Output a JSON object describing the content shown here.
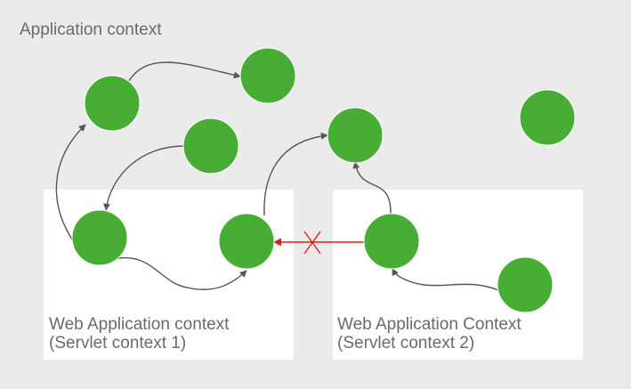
{
  "app_context": {
    "title": "Application context"
  },
  "web_contexts": [
    {
      "id": "wac1",
      "line1": "Web Application context",
      "line2": "(Servlet context 1)"
    },
    {
      "id": "wac2",
      "line1": "Web Application Context",
      "line2": "(Servlet context 2)"
    }
  ],
  "colors": {
    "background": "#ebebec",
    "context_box": "#ffffff",
    "node": "#48ad35",
    "edge": "#555555",
    "blocked_edge": "#dd1c1c",
    "label": "#6a6a6a"
  },
  "nodes": [
    "a1",
    "a2",
    "a3",
    "a4",
    "a5",
    "b1",
    "b2",
    "c1",
    "c2"
  ],
  "edges": [
    {
      "from": "a1",
      "to": "a2"
    },
    {
      "from": "a3",
      "to": "b1"
    },
    {
      "from": "b1",
      "to": "a1"
    },
    {
      "from": "b1",
      "to": "b2"
    },
    {
      "from": "b2",
      "to": "a4"
    },
    {
      "from": "c1",
      "to": "a4"
    },
    {
      "from": "c2",
      "to": "c1"
    },
    {
      "from": "c1",
      "to": "b2",
      "blocked": true
    }
  ]
}
